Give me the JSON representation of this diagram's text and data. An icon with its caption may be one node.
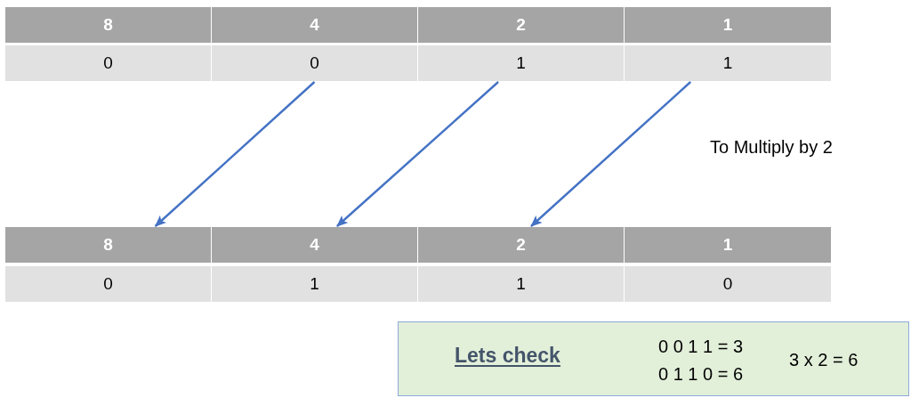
{
  "diagram": {
    "nodes": [
      {
        "text": [
          "8"
        ]
      },
      {
        "text": [
          "4"
        ]
      },
      {
        "text": [
          "2"
        ]
      },
      {
        "text": [
          "1"
        ]
      },
      {
        "text": [
          "0"
        ]
      },
      {
        "text": [
          "0"
        ]
      },
      {
        "text": [
          "1"
        ]
      },
      {
        "text": [
          "1"
        ]
      },
      {
        "text": [
          "8"
        ]
      },
      {
        "text": [
          "4"
        ]
      },
      {
        "text": [
          "2"
        ]
      },
      {
        "text": [
          "1"
        ]
      },
      {
        "text": [
          "0"
        ]
      },
      {
        "text": [
          "1"
        ]
      },
      {
        "text": [
          "1"
        ]
      },
      {
        "text": [
          "0"
        ]
      },
      {
        "text": [
          "Lets check",
          "0 0 1 1 = 3",
          "0 1 1 0 = 6",
          "3 x 2 = 6"
        ]
      }
    ],
    "edges": [
      {
        "from": 5,
        "to": 8,
        "arrow": "to"
      },
      {
        "from": 6,
        "to": 9,
        "arrow": "to"
      },
      {
        "from": 7,
        "to": 10,
        "arrow": "to"
      }
    ],
    "labels": [
      "To Multiply by 2"
    ]
  }
}
